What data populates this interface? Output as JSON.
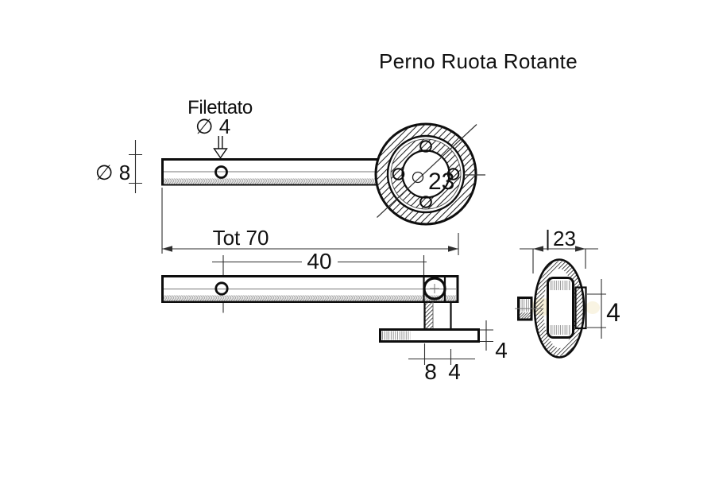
{
  "title": "Perno Ruota Rotante",
  "colors": {
    "ink": "#101010",
    "dim_line": "#2e2e2e",
    "background": "#ffffff",
    "highlight": "#efe3b8"
  },
  "front_view": {
    "thread_label": "Filettato",
    "thread_hole_diameter": "∅ 4",
    "shaft_diameter": "∅ 8",
    "wheel_diameter": "23"
  },
  "side_view": {
    "total_length": "Tot 70",
    "hole_to_wheel": "40",
    "flange_thickness": "4",
    "hub_width": "8",
    "hub_side": "4"
  },
  "end_view": {
    "wheel_diameter": "∣23",
    "hub_depth": "4"
  }
}
